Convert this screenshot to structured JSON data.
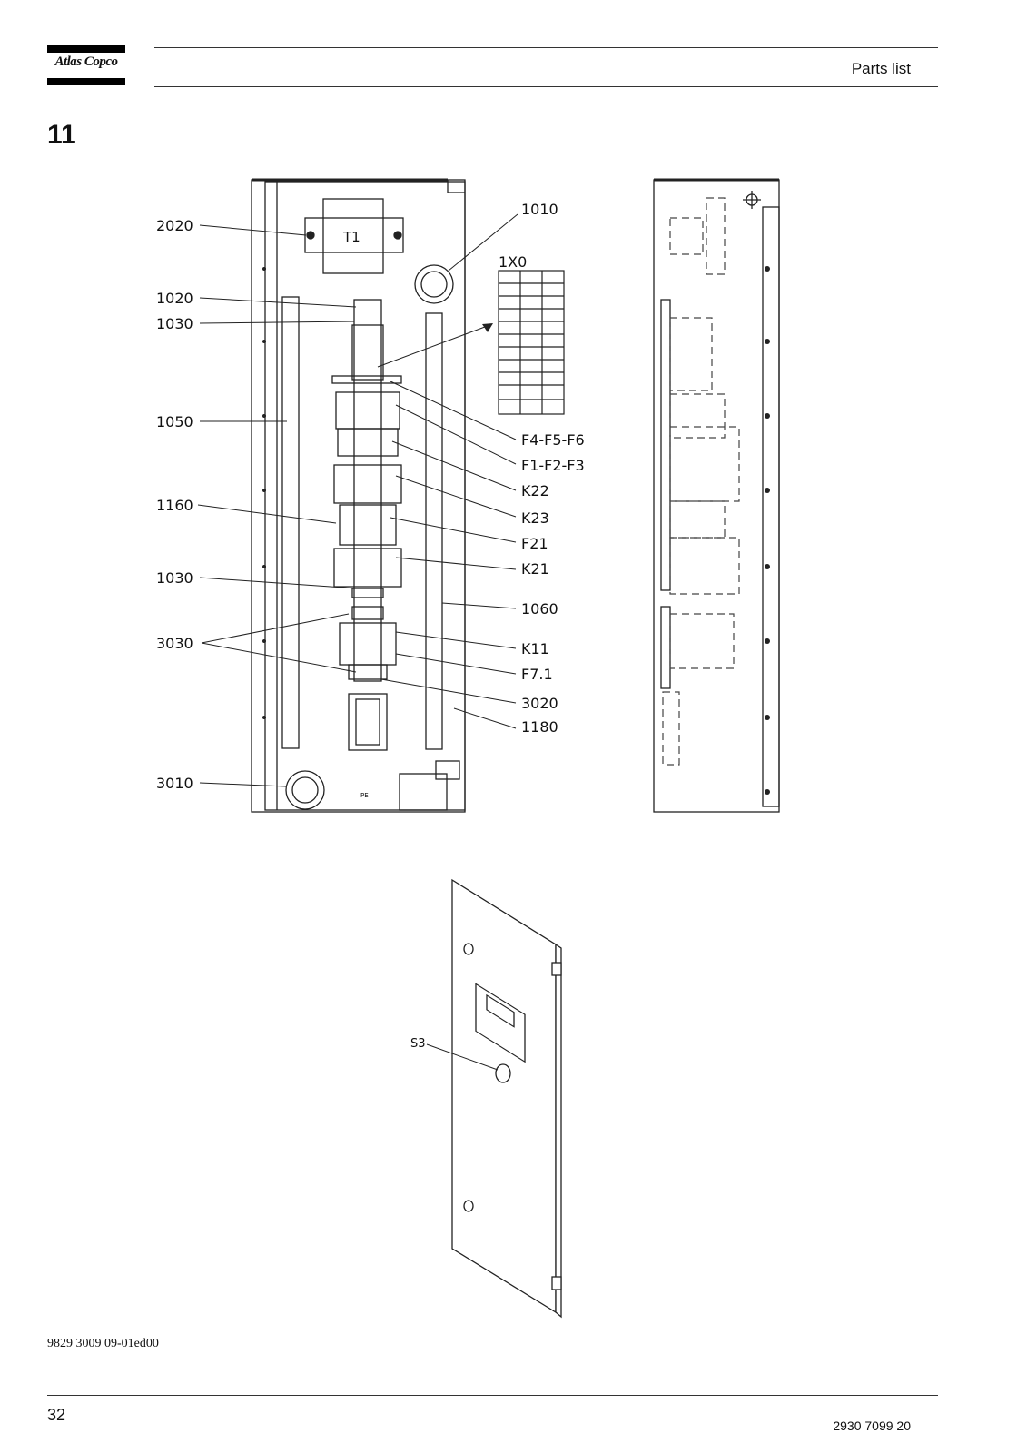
{
  "header": {
    "brand": "Atlas Copco",
    "title": "Parts list"
  },
  "section": {
    "number": "11"
  },
  "diagram": {
    "labels_left": [
      "2020",
      "1020",
      "1030",
      "1050",
      "1160",
      "1030",
      "3030",
      "3010"
    ],
    "labels_right": [
      "1010",
      "1X0",
      "F4-F5-F6",
      "F1-F2-F3",
      "K22",
      "K23",
      "F21",
      "K21",
      "1060",
      "K11",
      "F7.1",
      "3020",
      "1180"
    ],
    "component": "T1",
    "pe_mark": "PE",
    "door_label": "S3"
  },
  "footer": {
    "doc_code": "9829 3009 09-01ed00",
    "page_number": "32",
    "part_number": "2930 7099 20"
  }
}
